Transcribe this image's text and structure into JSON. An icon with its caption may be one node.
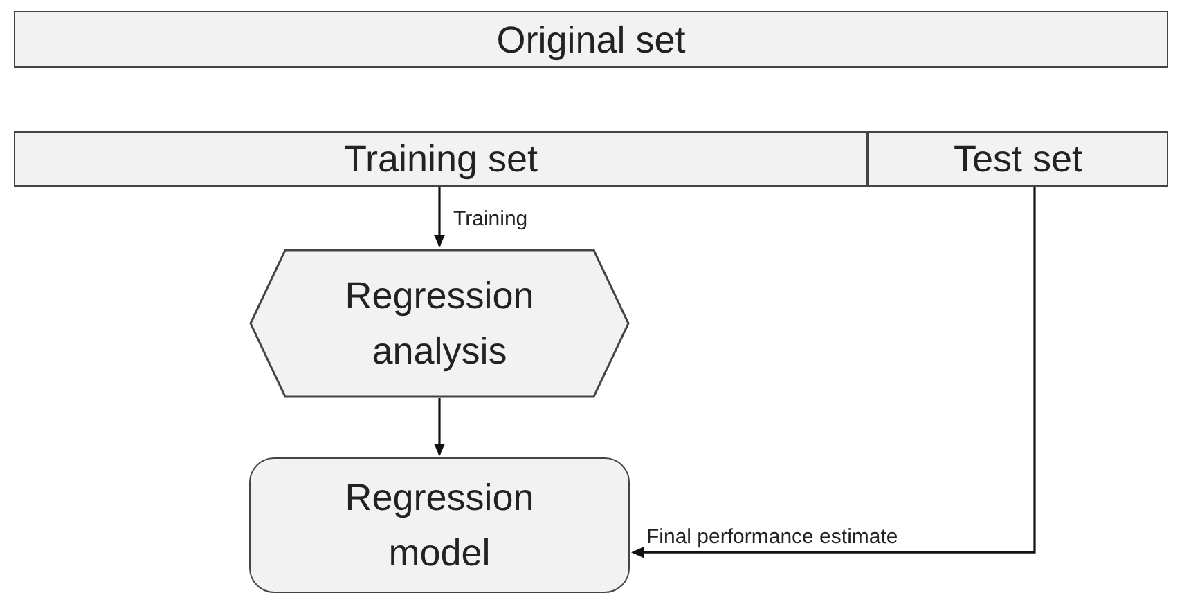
{
  "diagram": {
    "nodes": [
      {
        "text": [
          "Original set"
        ]
      },
      {
        "text": [
          "Training set"
        ]
      },
      {
        "text": [
          "Test set"
        ]
      },
      {
        "text": [
          "Regression analysis"
        ]
      },
      {
        "text": [
          "Regression model"
        ]
      }
    ],
    "edges": [
      {
        "from": 1,
        "to": 3,
        "arrow": "to",
        "label": "Training"
      },
      {
        "from": 3,
        "to": 4,
        "arrow": "to"
      },
      {
        "from": 2,
        "to": 4,
        "arrow": "to",
        "label": "Final performance estimate"
      }
    ]
  }
}
